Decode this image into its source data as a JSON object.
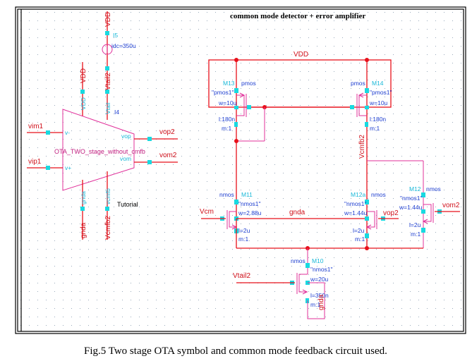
{
  "diagram": {
    "title": "common mode detector + error amplifier",
    "caption": "Fig.5 Two stage OTA symbol and common mode feedback circuit used.",
    "colors": {
      "wire": "#e8101a",
      "device": "#e0309a",
      "pin": "#19d9e0",
      "instance_label": "#19b8d8",
      "model_label": "#2040d0"
    },
    "ota_symbol": {
      "name": "OTA_TWO_stage_without_cmfb",
      "instance": "I4",
      "library": "Tutorial",
      "pins": {
        "vminus": "v-",
        "vplus": "v+",
        "vop": "vop",
        "vom": "vom",
        "vdd": "VDD",
        "vtail": "Vtail",
        "gnda": "gnda",
        "vcmfb": "vcmfb"
      },
      "nets": {
        "vim1": "vim1",
        "vip1": "vip1",
        "vop2": "vop2",
        "vom2": "vom2",
        "vdd": "VDD",
        "vtail2": "Vtail2",
        "gnda": "gnda",
        "vcmfb2": "Vcmfb2",
        "vdd_top": "VDD"
      }
    },
    "current_source": {
      "instance": "I5",
      "value": "idc=350u"
    },
    "cmfb": {
      "vdd": "VDD",
      "gnda": "gnda",
      "vcm": "Vcm",
      "vop2": "vop2",
      "vom2": "vom2",
      "vcmfb2": "Vcmfb2",
      "vtail2": "Vtail2",
      "M13": {
        "name": "M13",
        "type": "pmos",
        "model": "\"pmos1\"",
        "w": "w=10u",
        "l": "l:180n",
        "m": "m:1"
      },
      "M14": {
        "name": "M14",
        "type": "pmos",
        "model": "\"pmos1\"",
        "w": "w=10u",
        "l": "l:180n",
        "m": "m:1"
      },
      "M11": {
        "name": "M11",
        "type": "nmos",
        "model": "\"nmos1\"",
        "w": "w=2.88u",
        "l": "l=2u",
        "m": "m:1"
      },
      "M12a": {
        "name": "M12a",
        "type": "nmos",
        "model": "\"nmos1\"",
        "w": "w=1.44u",
        "l": "l=2u",
        "m": "m:1"
      },
      "M12": {
        "name": "M12",
        "type": "nmos",
        "model": "\"nmos1\"",
        "w": "w=1.44u",
        "l": "l=2u",
        "m": "m:1"
      },
      "M10": {
        "name": "M10",
        "type": "nmos",
        "model": "\"nmos1\"",
        "w": "w=20u",
        "l": "l=350n",
        "m": "m:1"
      }
    }
  }
}
